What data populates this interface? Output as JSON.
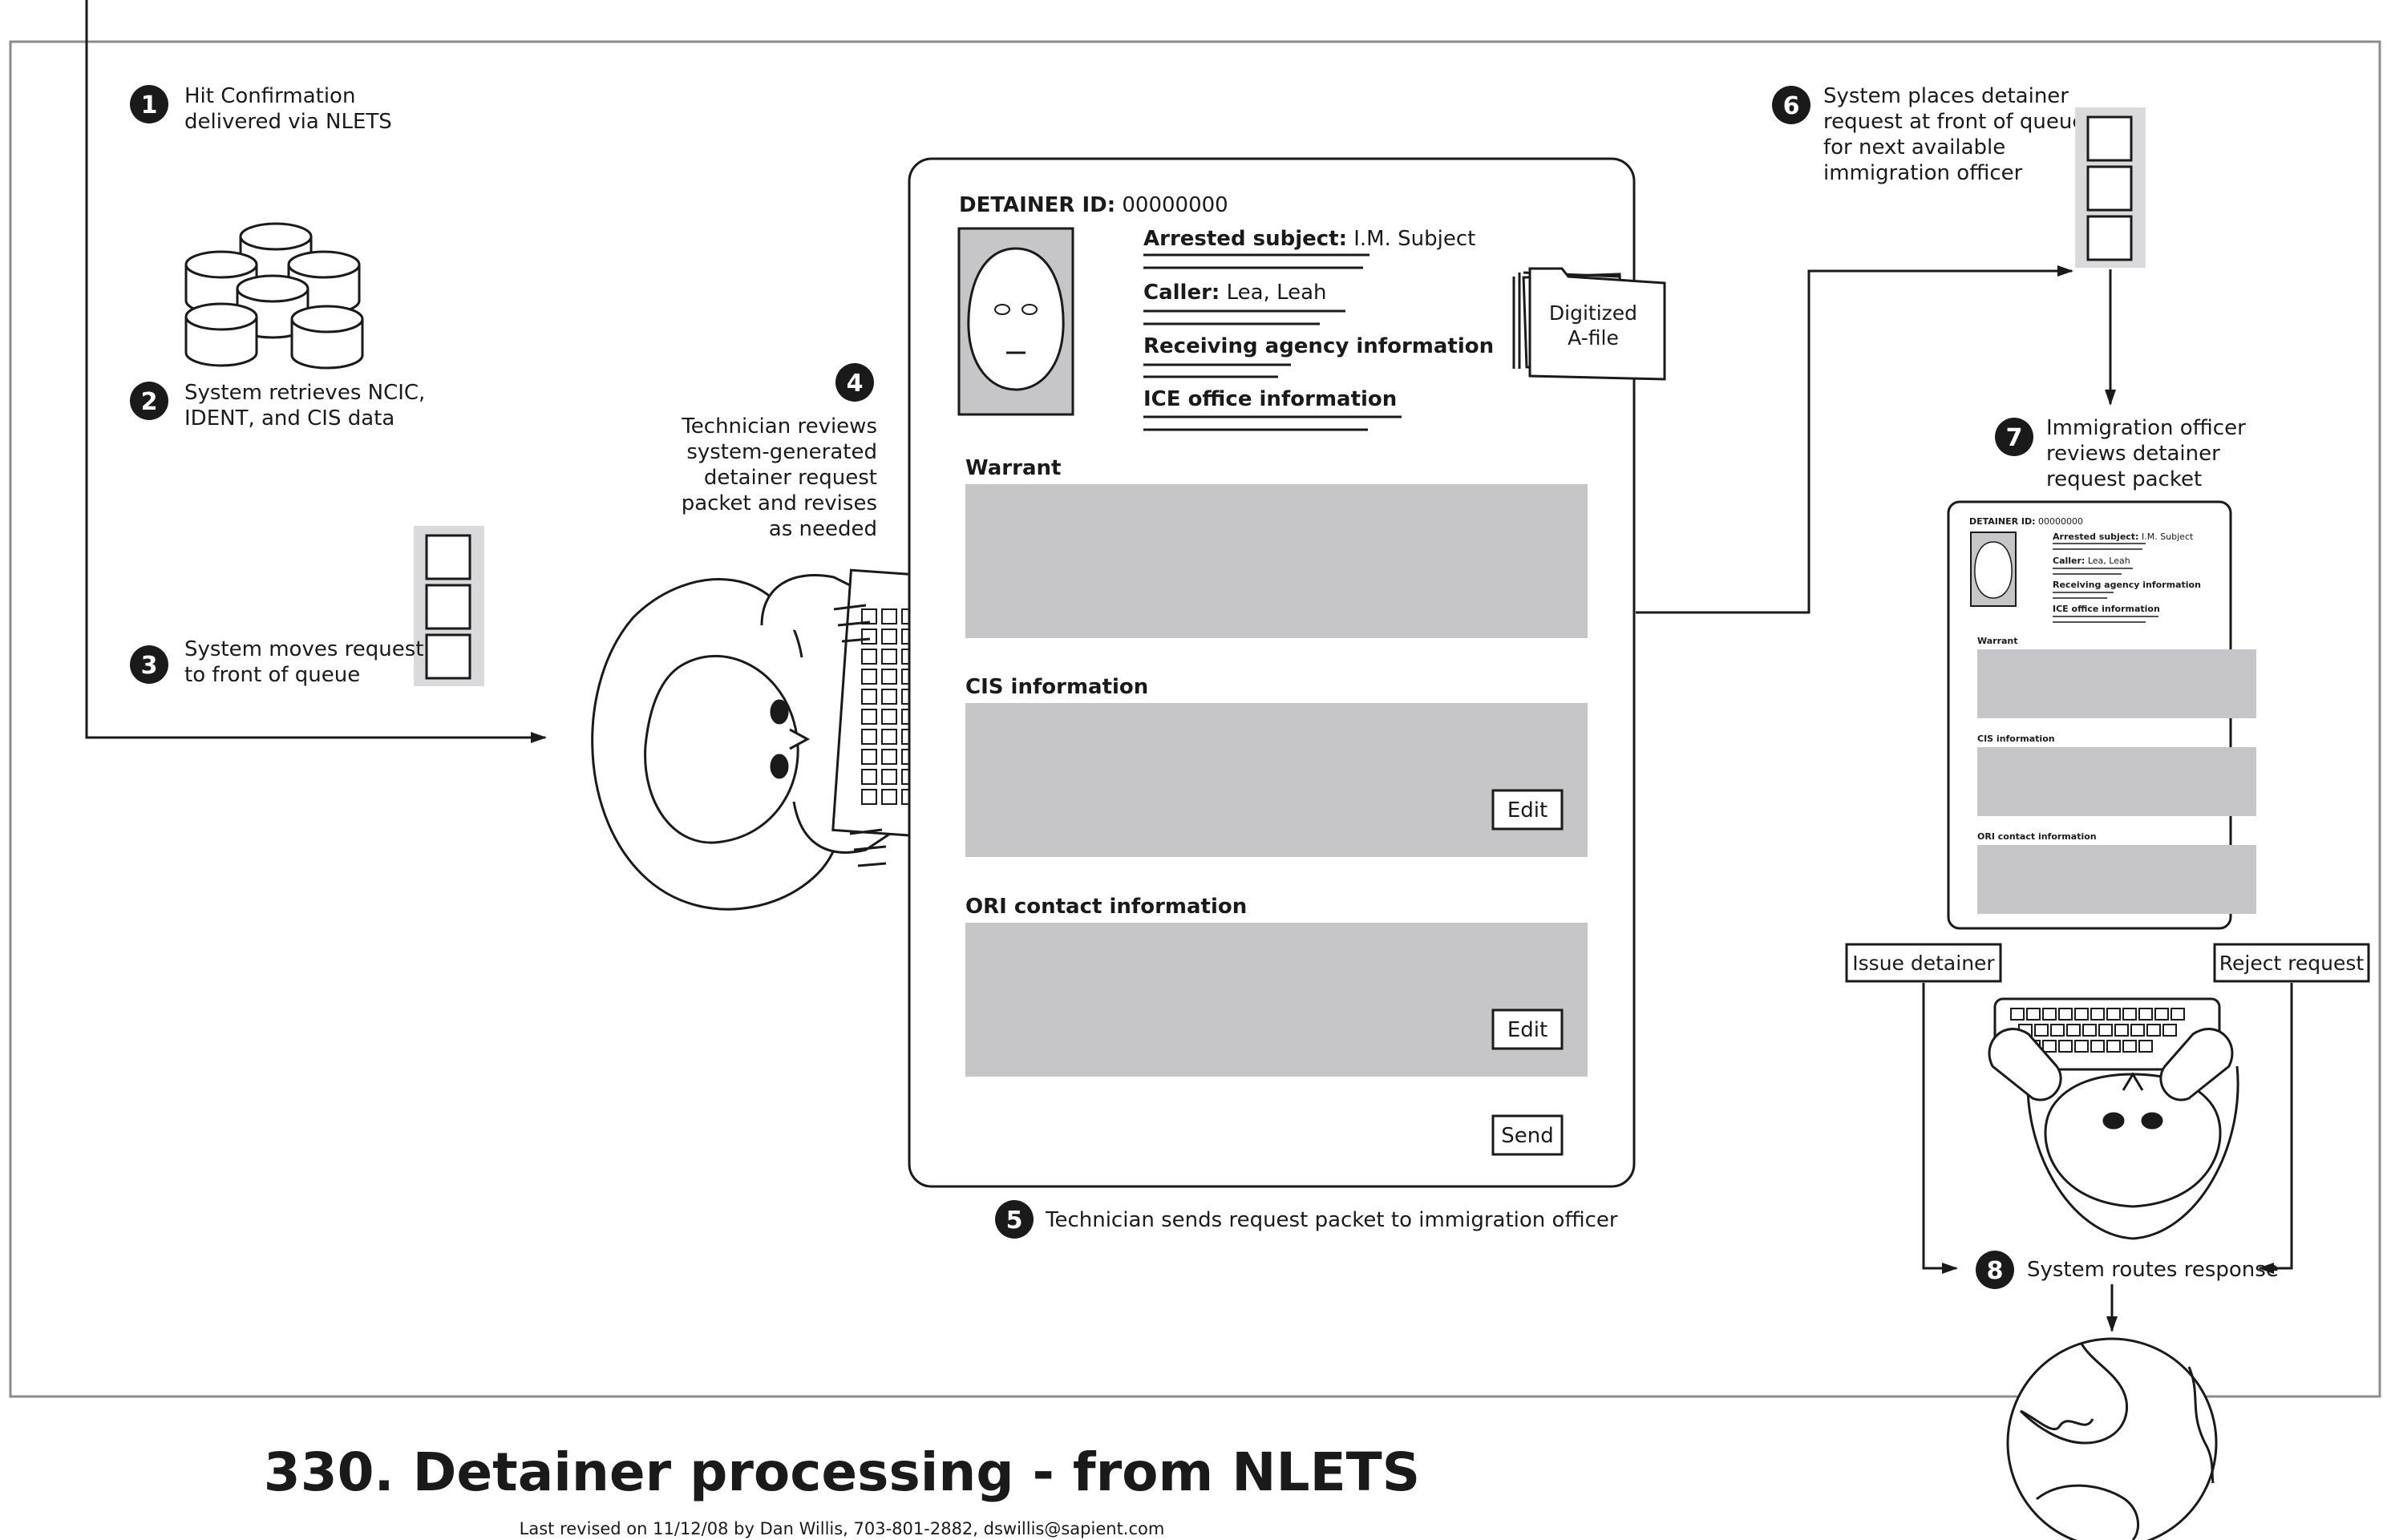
{
  "colors": {
    "ink": "#1a1a1a",
    "panel_gray": "#c6c6c8",
    "frame_gray": "#8c8c8c",
    "queue_bg": "#dadadc"
  },
  "steps": [
    {
      "num": "1",
      "lines": [
        "Hit Confirmation",
        "delivered via NLETS"
      ]
    },
    {
      "num": "2",
      "lines": [
        "System retrieves NCIC,",
        "IDENT, and CIS data"
      ]
    },
    {
      "num": "3",
      "lines": [
        "System moves request",
        "to front of queue"
      ]
    },
    {
      "num": "4",
      "lines": [
        "Technician reviews",
        "system-generated",
        "detainer request",
        "packet and revises",
        "as needed"
      ]
    },
    {
      "num": "5",
      "lines": [
        "Technician sends request packet to immigration officer"
      ]
    },
    {
      "num": "6",
      "lines": [
        "System places detainer",
        "request at front of queue",
        "for next available",
        "immigration officer"
      ]
    },
    {
      "num": "7",
      "lines": [
        "Immigration officer",
        "reviews detainer",
        "request packet"
      ]
    },
    {
      "num": "8",
      "lines": [
        "System routes response"
      ]
    }
  ],
  "form": {
    "detainer_id_label": "DETAINER ID:",
    "detainer_id_value": " 00000000",
    "arrested_label": "Arrested subject:",
    "arrested_value": " I.M. Subject",
    "caller_label": "Caller:",
    "caller_value": " Lea, Leah",
    "receiving_label": "Receiving agency information",
    "ice_label": "ICE office information",
    "afile_lines": [
      "Digitized",
      "A-file"
    ],
    "sections": [
      "Warrant",
      "CIS information",
      "ORI contact information"
    ],
    "edit_label": "Edit",
    "send_label": "Send"
  },
  "decision": {
    "issue_label": "Issue detainer",
    "reject_label": "Reject request"
  },
  "title": "330. Detainer processing - from NLETS",
  "footer": "Last revised on 11/12/08 by Dan Willis, 703-801-2882, dswillis@sapient.com"
}
